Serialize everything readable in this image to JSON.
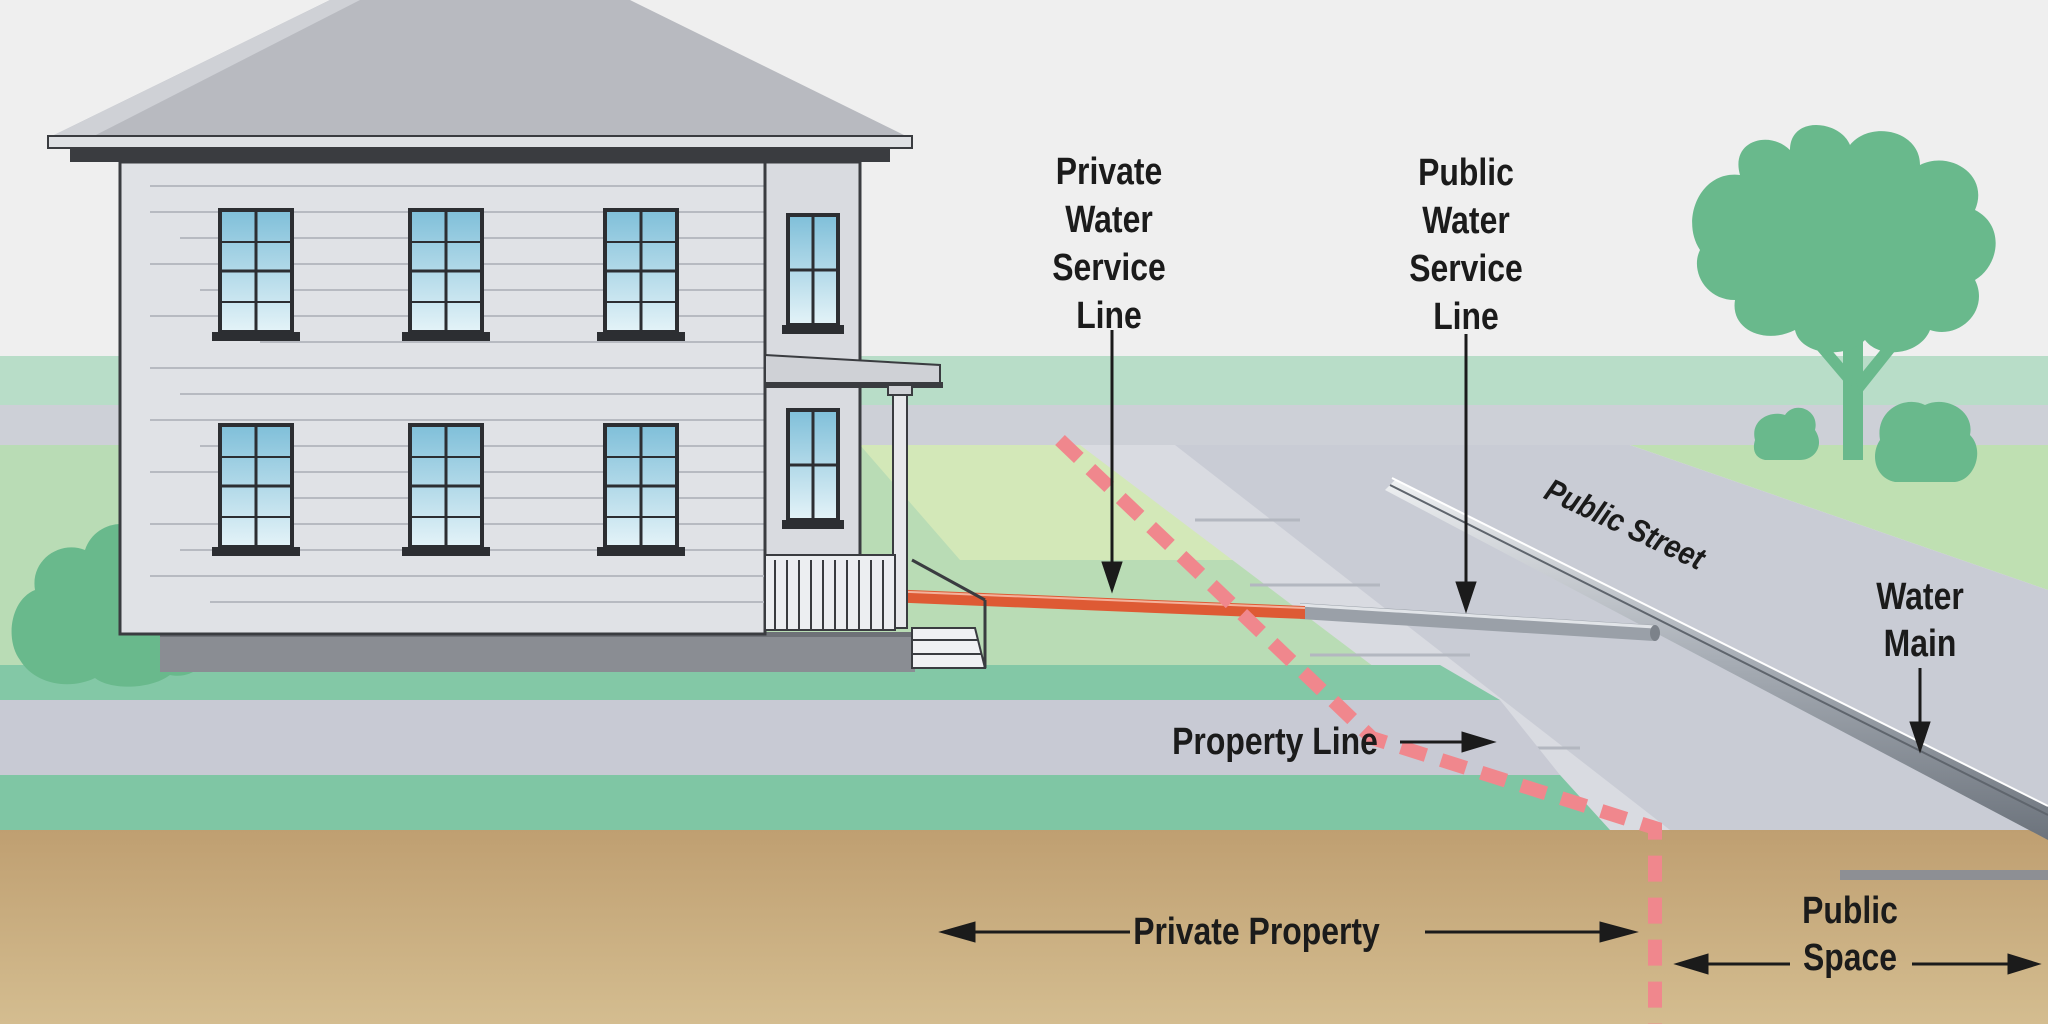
{
  "labels": {
    "private_service_line": [
      "Private",
      "Water",
      "Service",
      "Line"
    ],
    "public_service_line": [
      "Public",
      "Water",
      "Service",
      "Line"
    ],
    "public_street": "Public Street",
    "water_main": [
      "Water",
      "Main"
    ],
    "property_line": "Property Line",
    "private_property": "Private Property",
    "public_space": [
      "Public",
      "Space"
    ]
  },
  "colors": {
    "sky": "#efefef",
    "grass": "#b9dcb6",
    "grass_band": "#7fc6a4",
    "road": "#c6c9d3",
    "soil": "#c3a97c",
    "house_siding": "#e0e2e6",
    "roof": "#b8bac0",
    "window_glass": "#a9d7e9",
    "tree": "#69b98c",
    "private_pipe": "#de5a34",
    "public_pipe": "#9aa0a8",
    "property_line": "#f0878d"
  }
}
